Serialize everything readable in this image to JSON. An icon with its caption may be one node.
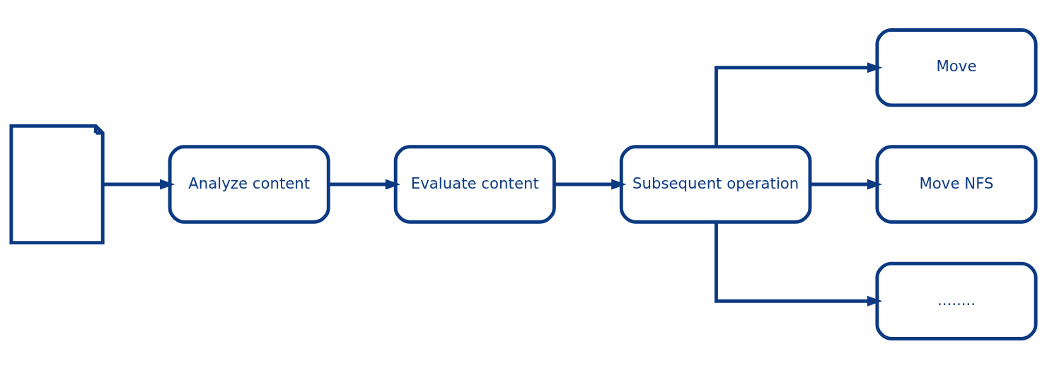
{
  "diagram": {
    "nodes": [
      {
        "text": [],
        "shape": "document"
      },
      {
        "text": [
          "Analyze content"
        ]
      },
      {
        "text": [
          "Evaluate content"
        ]
      },
      {
        "text": [
          "Subsequent operation"
        ]
      },
      {
        "text": [
          "Move"
        ]
      },
      {
        "text": [
          "Move NFS"
        ]
      },
      {
        "text": [
          "........"
        ]
      }
    ],
    "edges": [
      {
        "from": 0,
        "to": 1,
        "arrow": "to"
      },
      {
        "from": 1,
        "to": 2,
        "arrow": "to"
      },
      {
        "from": 2,
        "to": 3,
        "arrow": "to"
      },
      {
        "from": 3,
        "to": 5,
        "arrow": "to"
      },
      {
        "from": 3,
        "to": 4,
        "arrow": "to"
      },
      {
        "from": 3,
        "to": 6,
        "arrow": "to"
      }
    ]
  }
}
